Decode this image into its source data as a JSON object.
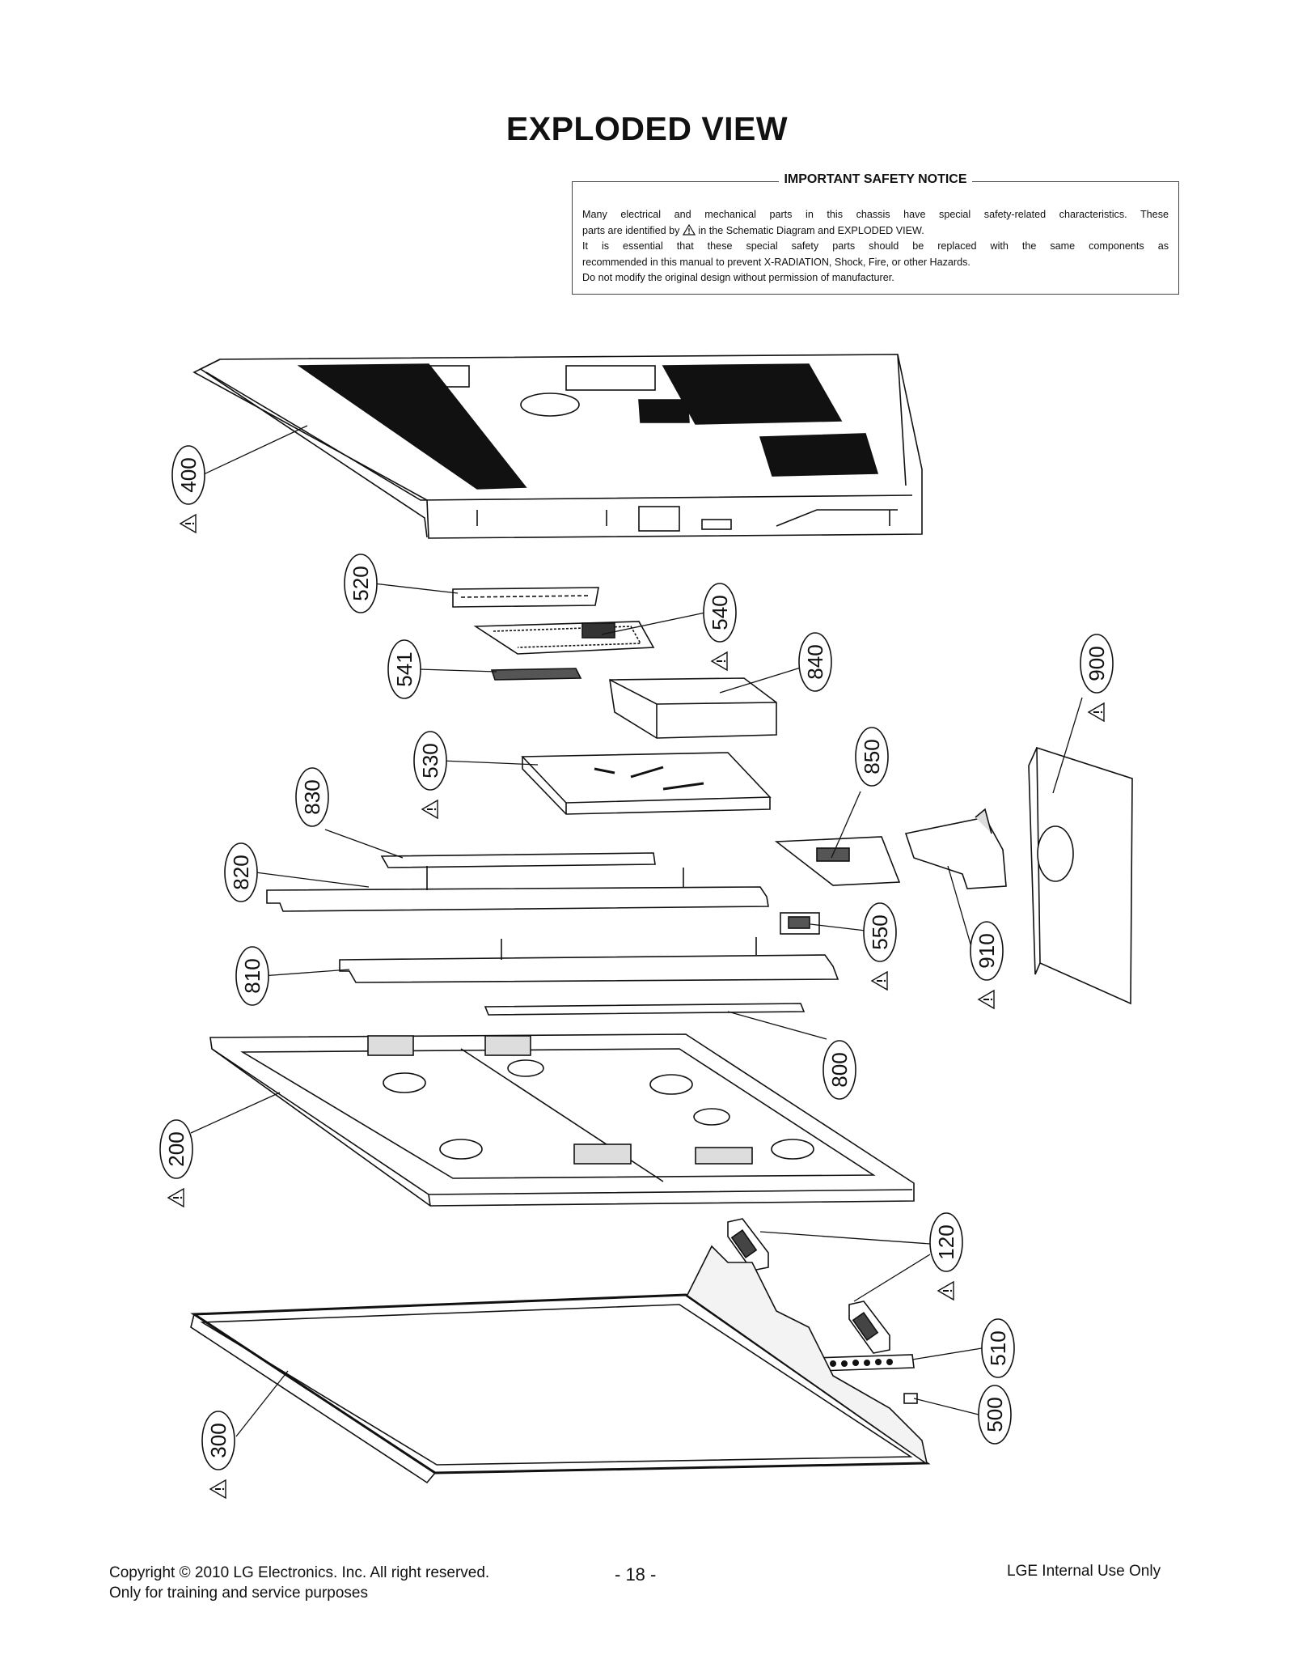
{
  "page": {
    "title": "EXPLODED VIEW"
  },
  "notice": {
    "title": "IMPORTANT SAFETY NOTICE",
    "line1": "Many electrical and mechanical parts in this chassis have special safety-related characteristics. These",
    "line2a": "parts are identified by",
    "line2b": "in the Schematic Diagram and EXPLODED VIEW.",
    "line3": "It is essential that these special safety parts should be replaced with the same components as",
    "line4": "recommended in this manual to prevent X-RADIATION, Shock, Fire, or other Hazards.",
    "line5": "Do not modify the original design without permission of manufacturer."
  },
  "parts": [
    {
      "number": "400",
      "safety": true
    },
    {
      "number": "520",
      "safety": false
    },
    {
      "number": "540",
      "safety": true
    },
    {
      "number": "541",
      "safety": false
    },
    {
      "number": "840",
      "safety": false
    },
    {
      "number": "900",
      "safety": true
    },
    {
      "number": "530",
      "safety": true
    },
    {
      "number": "850",
      "safety": false
    },
    {
      "number": "830",
      "safety": false
    },
    {
      "number": "820",
      "safety": false
    },
    {
      "number": "550",
      "safety": true
    },
    {
      "number": "910",
      "safety": true
    },
    {
      "number": "810",
      "safety": false
    },
    {
      "number": "800",
      "safety": false
    },
    {
      "number": "200",
      "safety": true
    },
    {
      "number": "120",
      "safety": true
    },
    {
      "number": "510",
      "safety": false
    },
    {
      "number": "500",
      "safety": false
    },
    {
      "number": "300",
      "safety": true
    }
  ],
  "footer": {
    "copyright": "Copyright © 2010 LG Electronics. Inc. All right reserved.",
    "purpose": "Only for training and service purposes",
    "page_number": "- 18 -",
    "internal": "LGE Internal Use Only"
  }
}
